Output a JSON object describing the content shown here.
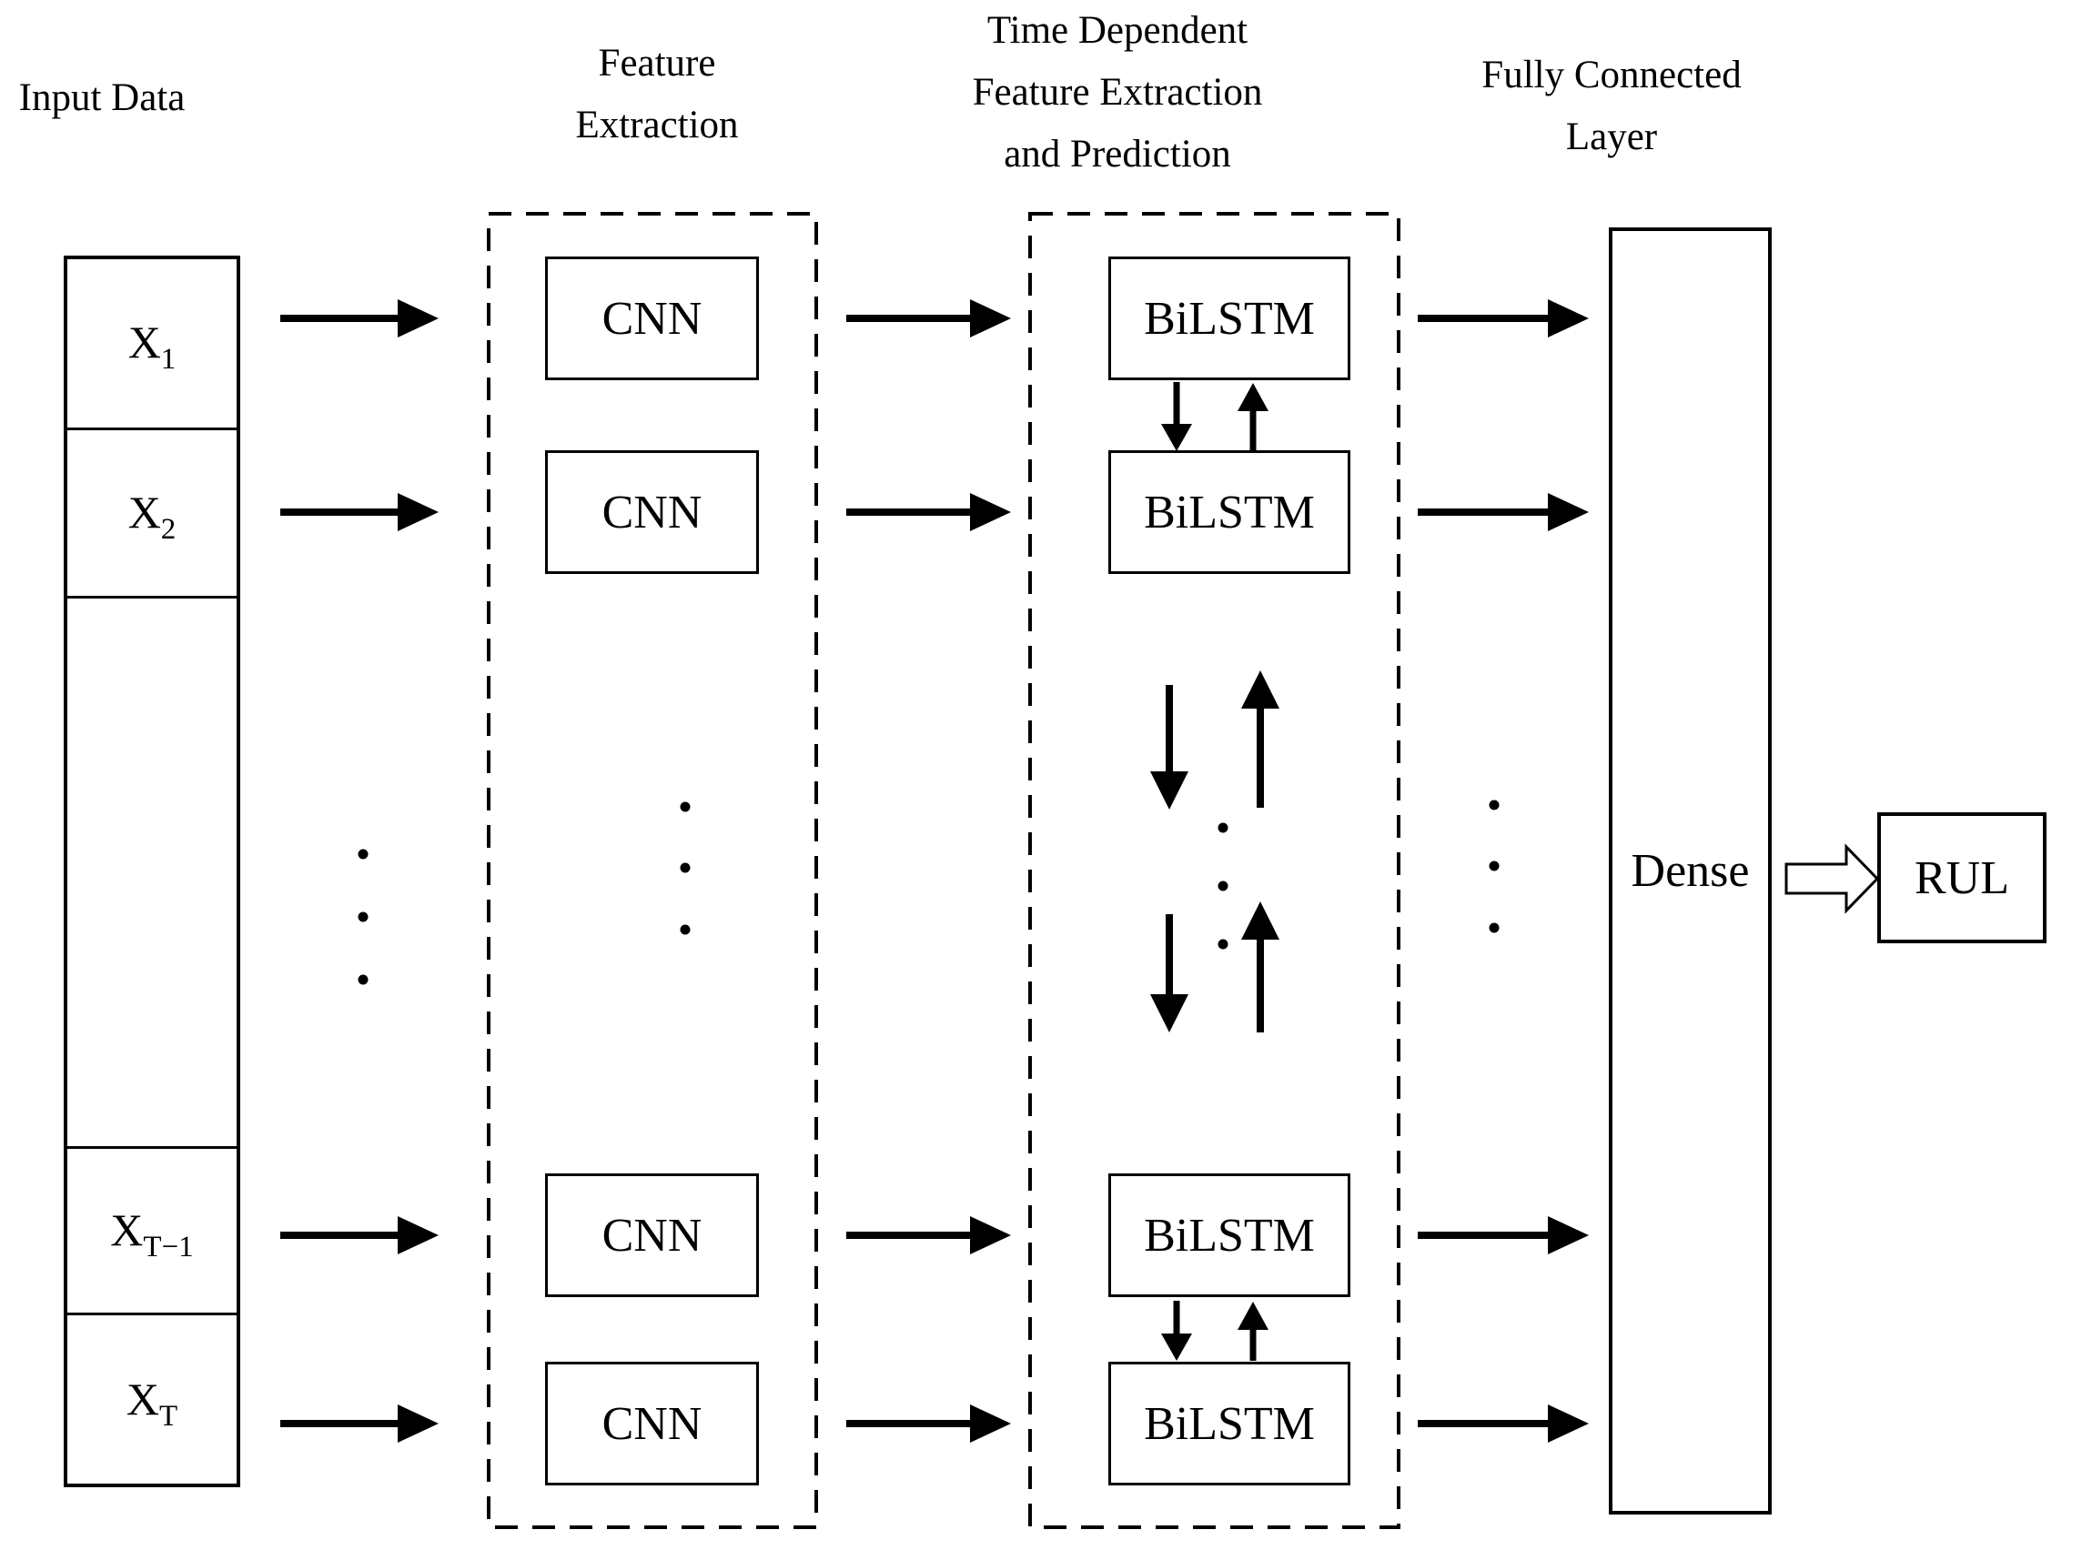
{
  "headers": {
    "input_data": "Input Data",
    "feature_extraction": [
      "Feature",
      "Extraction"
    ],
    "time_dependent": [
      "Time Dependent",
      "Feature Extraction",
      "and Prediction"
    ],
    "fully_connected": [
      "Fully Connected",
      "Layer"
    ]
  },
  "input_column": {
    "cells": [
      {
        "base": "X",
        "sub": "1"
      },
      {
        "base": "X",
        "sub": "2"
      },
      {
        "base": "X",
        "sub": "T−1"
      },
      {
        "base": "X",
        "sub": "T"
      }
    ]
  },
  "feature_column": {
    "boxes": [
      "CNN",
      "CNN",
      "CNN",
      "CNN"
    ]
  },
  "temporal_column": {
    "boxes": [
      "BiLSTM",
      "BiLSTM",
      "BiLSTM",
      "BiLSTM"
    ]
  },
  "fc_column": {
    "dense_label": "Dense"
  },
  "output": {
    "rul_label": "RUL"
  },
  "colors": {
    "line": "#000000",
    "background": "#ffffff"
  }
}
